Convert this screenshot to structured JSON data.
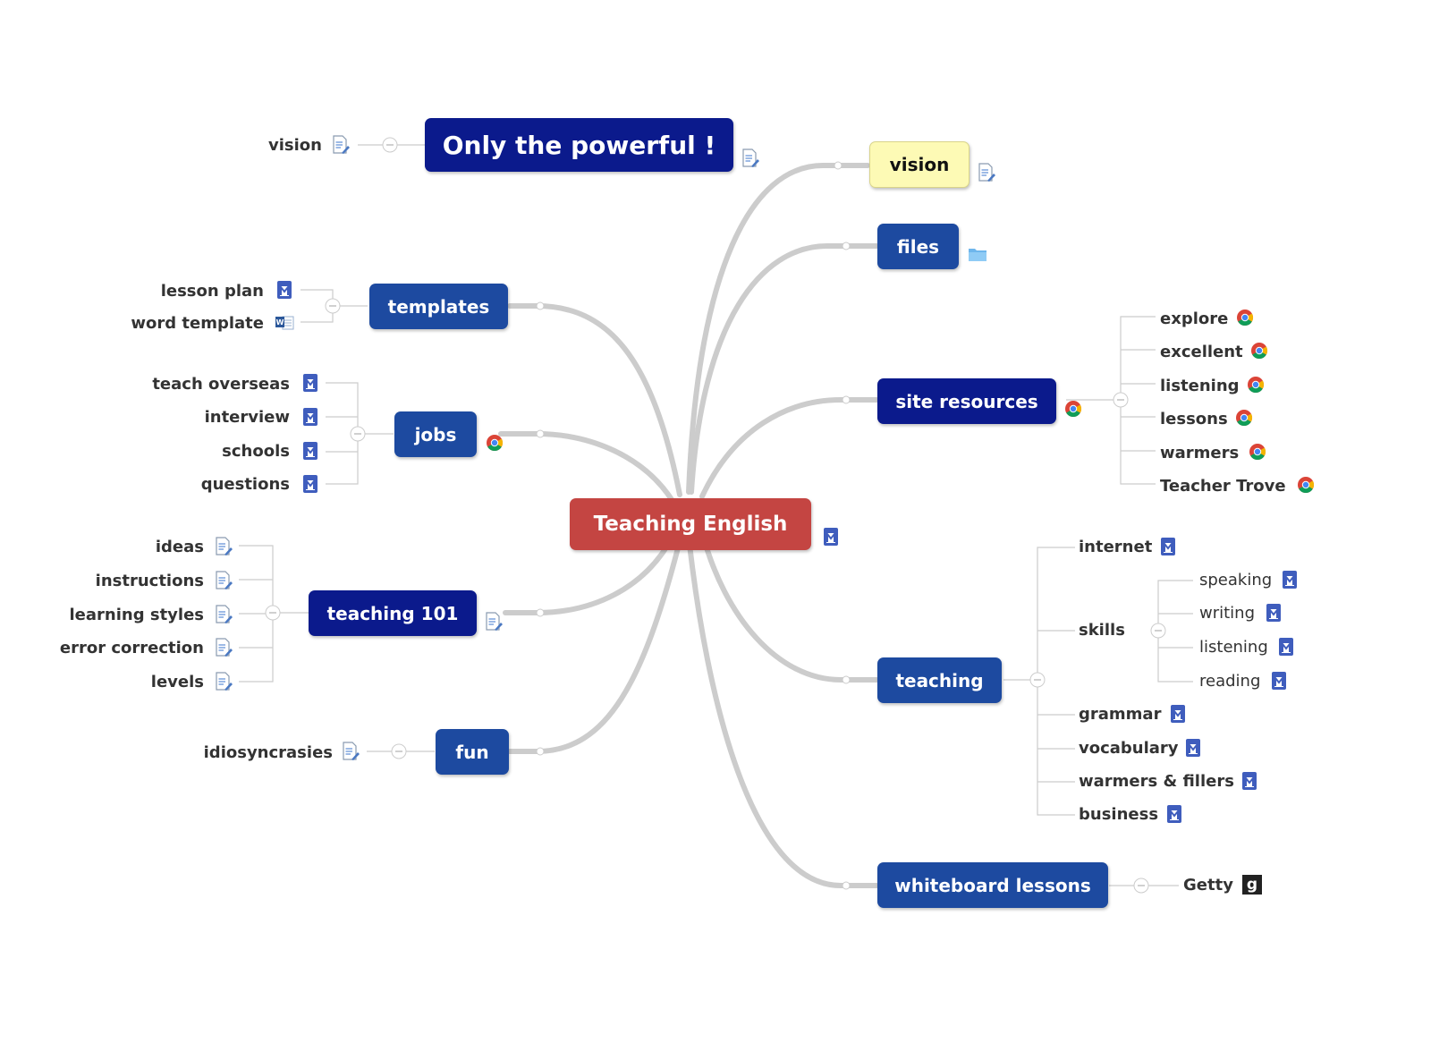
{
  "central": {
    "label": "Teaching English",
    "icon": "mindmap-doc-icon"
  },
  "title_node": {
    "label": "Only the powerful !",
    "child": "vision",
    "icon": "note-icon"
  },
  "right_branches": {
    "vision": {
      "label": "vision",
      "icon": "note-icon"
    },
    "files": {
      "label": "files",
      "icon": "folder-icon"
    },
    "site_resources": {
      "label": "site resources",
      "icon": "chrome-icon",
      "items": [
        "explore",
        "excellent",
        "listening",
        "lessons",
        "warmers",
        "Teacher Trove"
      ]
    },
    "teaching": {
      "label": "teaching",
      "items": [
        "internet",
        "skills",
        "grammar",
        "vocabulary",
        "warmers & fillers",
        "business"
      ],
      "skills": [
        "speaking",
        "writing",
        "listening",
        "reading"
      ]
    },
    "whiteboard": {
      "label": "whiteboard lessons",
      "child": "Getty",
      "child_icon_glyph": "g"
    }
  },
  "left_branches": {
    "templates": {
      "label": "templates",
      "items": [
        "lesson plan",
        "word template"
      ]
    },
    "jobs": {
      "label": "jobs",
      "icon": "chrome-icon",
      "items": [
        "teach overseas",
        "interview",
        "schools",
        "questions"
      ]
    },
    "teaching101": {
      "label": "teaching 101",
      "icon": "note-icon",
      "items": [
        "ideas",
        "instructions",
        "learning styles",
        "error correction",
        "levels"
      ]
    },
    "fun": {
      "label": "fun",
      "child": "idiosyncrasies"
    }
  },
  "colors": {
    "central": "#c44542",
    "topic_dark": "#0b1a8c",
    "topic_blue": "#1d4aa0",
    "vision_topic": "#fdfab5",
    "connector": "#cccccc",
    "text": "#333333"
  }
}
